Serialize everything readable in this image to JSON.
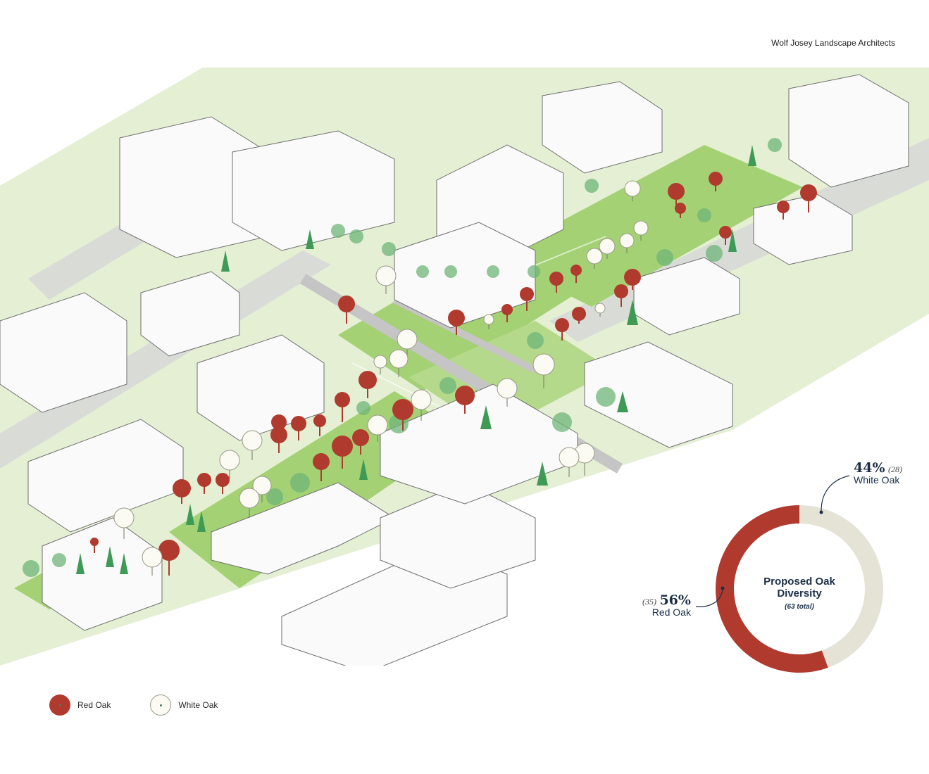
{
  "header": {
    "firm_name": "Wolf Josey Landscape Architects"
  },
  "legend": {
    "items": [
      {
        "label": "Red Oak",
        "color": "#b03a2e",
        "icon": "red-oak-circle-icon"
      },
      {
        "label": "White Oak",
        "color": "#fbfaf3",
        "icon": "white-oak-circle-icon"
      }
    ]
  },
  "colors": {
    "red_oak": "#b03a2e",
    "white_oak_segment": "#e4e3d6",
    "lawn": "#9fcf6e",
    "ground_green": "#dcebc4",
    "path_gray": "#c8c8c8",
    "title_navy": "#1c2f47"
  },
  "chart_data": {
    "type": "pie",
    "title": "Proposed Oak Diversity",
    "subtitle": "(63 total)",
    "total": 63,
    "slices": [
      {
        "label": "Red Oak",
        "count": 35,
        "percent": 56,
        "count_text": "(35)",
        "percent_text": "56%"
      },
      {
        "label": "White Oak",
        "count": 28,
        "percent": 44,
        "count_text": "(28)",
        "percent_text": "44%"
      }
    ]
  }
}
